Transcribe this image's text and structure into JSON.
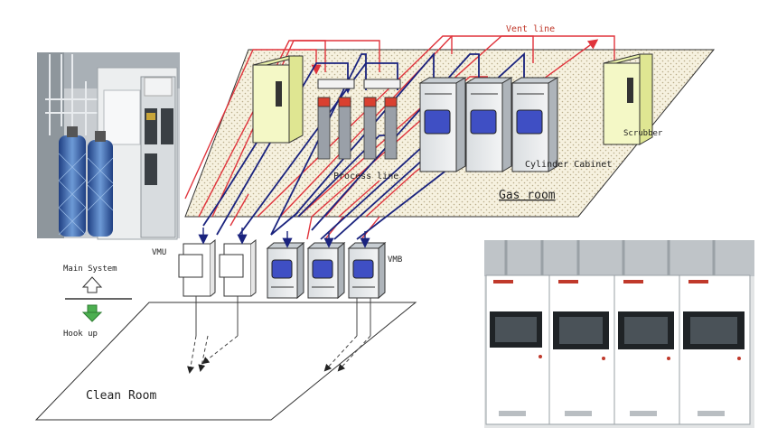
{
  "labels": {
    "vent_line": "Vent line",
    "process_line": "Process line",
    "cylinder_cabinet": "Cylinder Cabinet",
    "gas_room": "Gas room",
    "scrubber": "Scrubber",
    "vmu": "VMU",
    "vmb": "VMB",
    "main_system": "Main System",
    "hook_up": "Hook up",
    "clean_room": "Clean Room"
  },
  "colors": {
    "vent_line": "#e0343c",
    "process_line": "#1a237e",
    "gas_room_fill": "#f3efdc",
    "scrubber_fill": "#f4f8c6",
    "cabinet_window": "#3f4fc4",
    "cylinder_red": "#d94030",
    "cylinder_gray": "#9aa0a8",
    "hookup_arrow": "#4caf50"
  },
  "photos": {
    "left": "gas-cylinder-cabinets-photo",
    "right": "gas-cabinet-row-photo"
  }
}
